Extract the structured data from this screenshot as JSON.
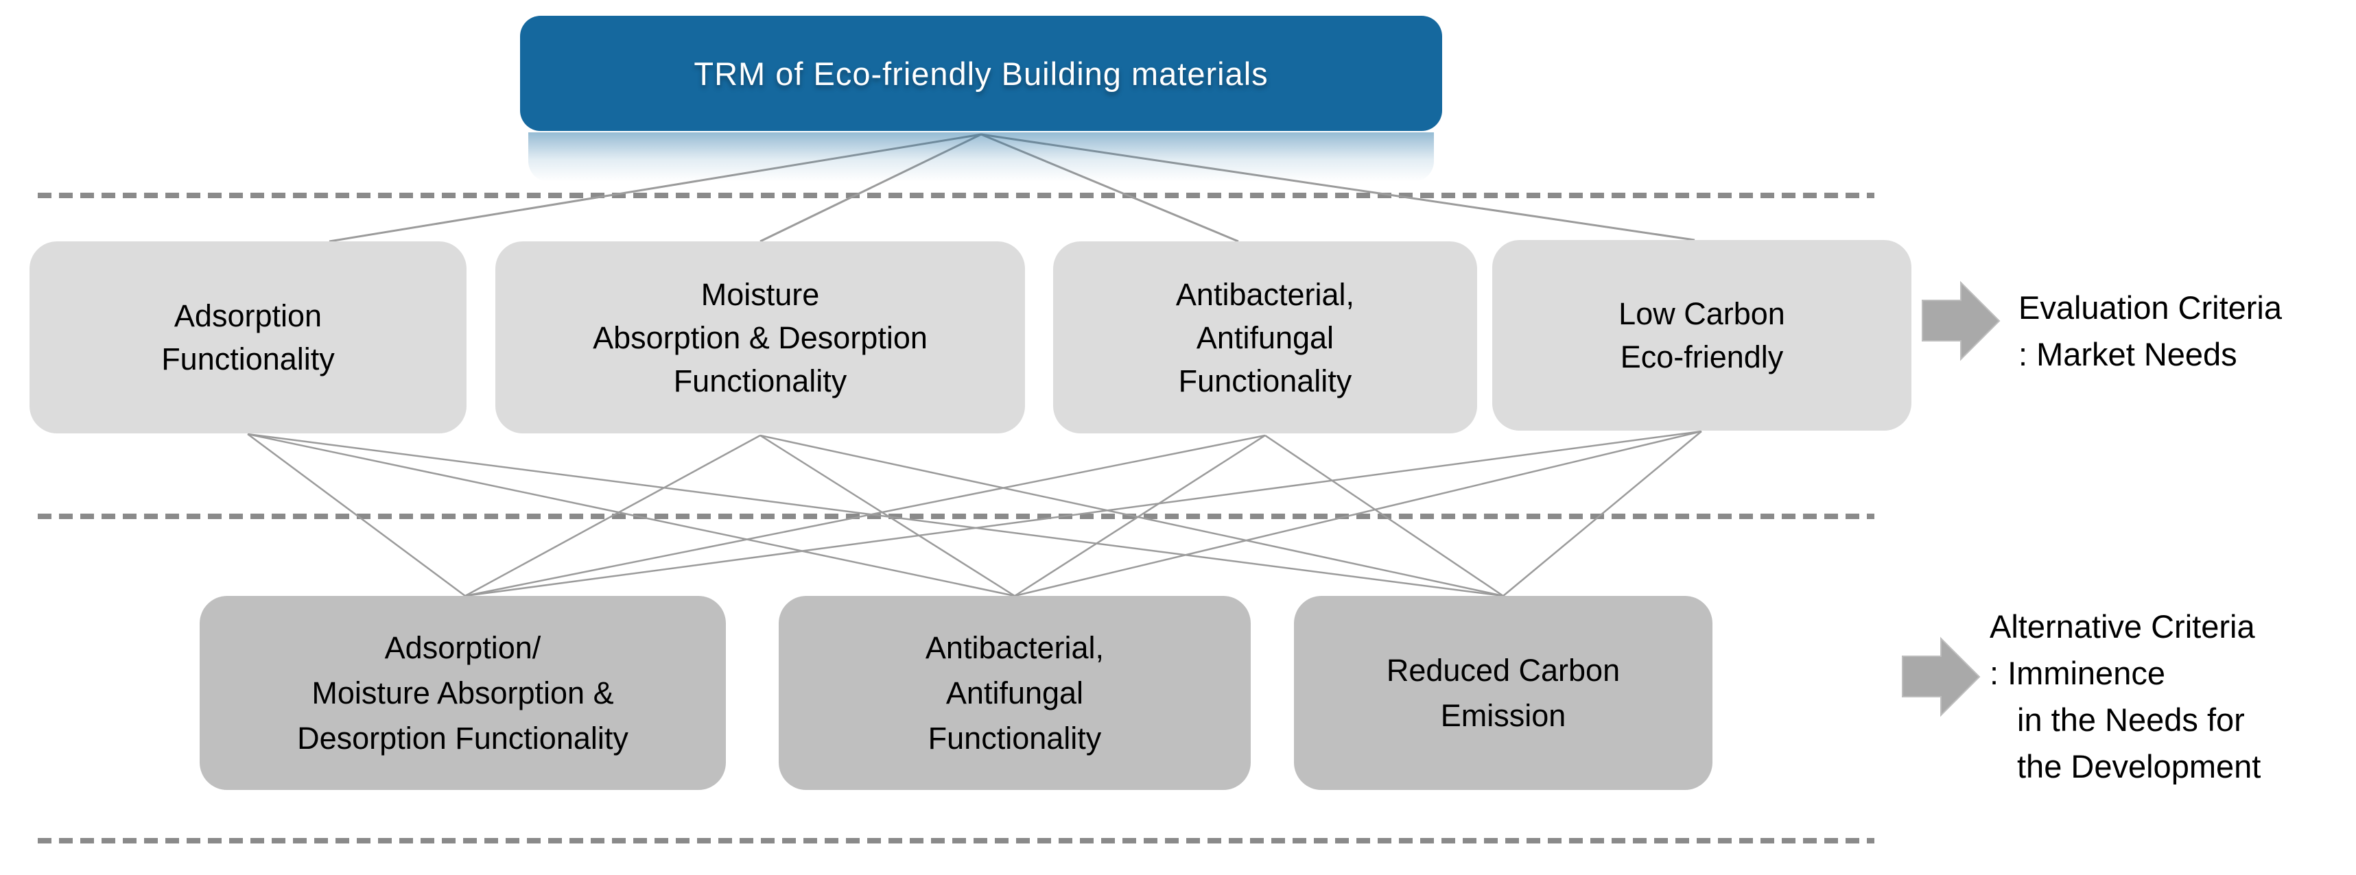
{
  "title": {
    "label": "TRM of Eco-friendly Building materials"
  },
  "evaluation_layer": {
    "boxes": [
      {
        "label": "Adsorption\nFunctionality"
      },
      {
        "label": "Moisture\nAbsorption & Desorption\nFunctionality"
      },
      {
        "label": "Antibacterial,\nAntifungal\nFunctionality"
      },
      {
        "label": "Low Carbon\nEco-friendly"
      }
    ],
    "annotation": {
      "lines": [
        "Evaluation Criteria",
        ": Market Needs"
      ]
    }
  },
  "alternative_layer": {
    "boxes": [
      {
        "label": "Adsorption/\nMoisture Absorption &\nDesorption Functionality"
      },
      {
        "label": "Antibacterial,\nAntifungal\nFunctionality"
      },
      {
        "label": "Reduced Carbon\nEmission"
      }
    ],
    "annotation": {
      "lines": [
        "Alternative Criteria",
        ": Imminence",
        "in the Needs for",
        "the Development"
      ]
    }
  },
  "colors": {
    "title_fill": "#15689e",
    "title_text": "#ffffff",
    "row1_fill": "#dcdcdc",
    "row2_fill": "#bfbfbf",
    "connector": "#9b9b9b",
    "dashed_line": "#8a8a8a",
    "arrow_fill": "#a9a9a9",
    "text": "#000000"
  }
}
